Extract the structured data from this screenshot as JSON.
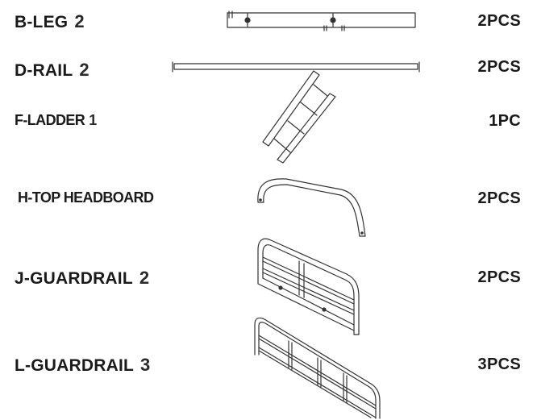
{
  "parts": [
    {
      "id": "b-leg",
      "name": "B-LEG",
      "num": "2",
      "qty": "2PCS"
    },
    {
      "id": "d-rail",
      "name": "D-RAIL",
      "num": "2",
      "qty": "2PCS"
    },
    {
      "id": "f-ladder",
      "name": "F-LADDER",
      "num": "1",
      "qty": "1PC"
    },
    {
      "id": "h-top-headboard",
      "name": "H-TOP HEADBOARD",
      "num": "",
      "qty": "2PCS"
    },
    {
      "id": "j-guardrail",
      "name": "J-GUARDRAIL",
      "num": "2",
      "qty": "2PCS"
    },
    {
      "id": "l-guardrail",
      "name": "L-GUARDRAIL",
      "num": "3",
      "qty": "3PCS"
    }
  ]
}
